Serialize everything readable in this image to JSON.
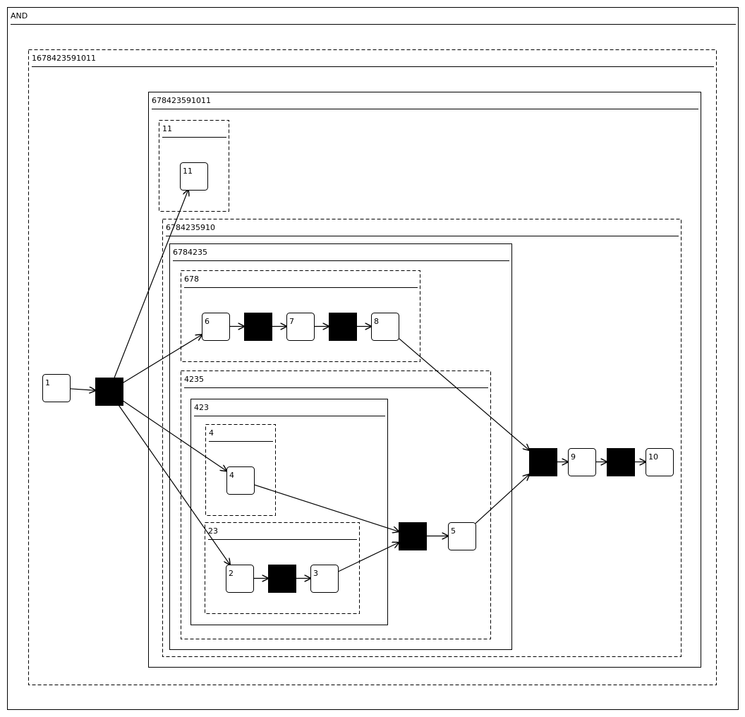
{
  "frames": [
    {
      "id": "and",
      "label": "AND",
      "style": "solid"
    },
    {
      "id": "f1678423591011",
      "label": "1678423591011",
      "style": "dashed"
    },
    {
      "id": "f678423591011",
      "label": "678423591011",
      "style": "solid"
    },
    {
      "id": "f11",
      "label": "11",
      "style": "dashed"
    },
    {
      "id": "f6784235910",
      "label": "6784235910",
      "style": "dashed"
    },
    {
      "id": "f6784235",
      "label": "6784235",
      "style": "solid"
    },
    {
      "id": "f678",
      "label": "678",
      "style": "dashed"
    },
    {
      "id": "f4235",
      "label": "4235",
      "style": "dashed"
    },
    {
      "id": "f423",
      "label": "423",
      "style": "solid"
    },
    {
      "id": "f4",
      "label": "4",
      "style": "dashed"
    },
    {
      "id": "f23",
      "label": "23",
      "style": "dashed"
    }
  ],
  "tasks": [
    {
      "id": "t1",
      "label": "1"
    },
    {
      "id": "t11",
      "label": "11"
    },
    {
      "id": "t6",
      "label": "6"
    },
    {
      "id": "t7",
      "label": "7"
    },
    {
      "id": "t8",
      "label": "8"
    },
    {
      "id": "t4",
      "label": "4"
    },
    {
      "id": "t2",
      "label": "2"
    },
    {
      "id": "t3",
      "label": "3"
    },
    {
      "id": "t5",
      "label": "5"
    },
    {
      "id": "t9",
      "label": "9"
    },
    {
      "id": "t10",
      "label": "10"
    }
  ],
  "gates": [
    {
      "id": "gA"
    },
    {
      "id": "gB"
    },
    {
      "id": "gC"
    },
    {
      "id": "gD"
    },
    {
      "id": "gE"
    },
    {
      "id": "gF"
    },
    {
      "id": "gG"
    }
  ],
  "edges": [
    {
      "from": "t1",
      "to": "gA"
    },
    {
      "from": "gA",
      "to": "t11"
    },
    {
      "from": "gA",
      "to": "t6"
    },
    {
      "from": "gA",
      "to": "t4"
    },
    {
      "from": "gA",
      "to": "t2"
    },
    {
      "from": "t6",
      "to": "gB"
    },
    {
      "from": "gB",
      "to": "t7"
    },
    {
      "from": "t7",
      "to": "gC"
    },
    {
      "from": "gC",
      "to": "t8"
    },
    {
      "from": "t8",
      "to": "gE"
    },
    {
      "from": "t2",
      "to": "gD"
    },
    {
      "from": "gD",
      "to": "t3"
    },
    {
      "from": "t4",
      "to": "gF"
    },
    {
      "from": "t3",
      "to": "gF"
    },
    {
      "from": "gF",
      "to": "t5"
    },
    {
      "from": "t5",
      "to": "gE"
    },
    {
      "from": "gE",
      "to": "t9"
    },
    {
      "from": "t9",
      "to": "gG"
    },
    {
      "from": "gG",
      "to": "t10"
    }
  ]
}
